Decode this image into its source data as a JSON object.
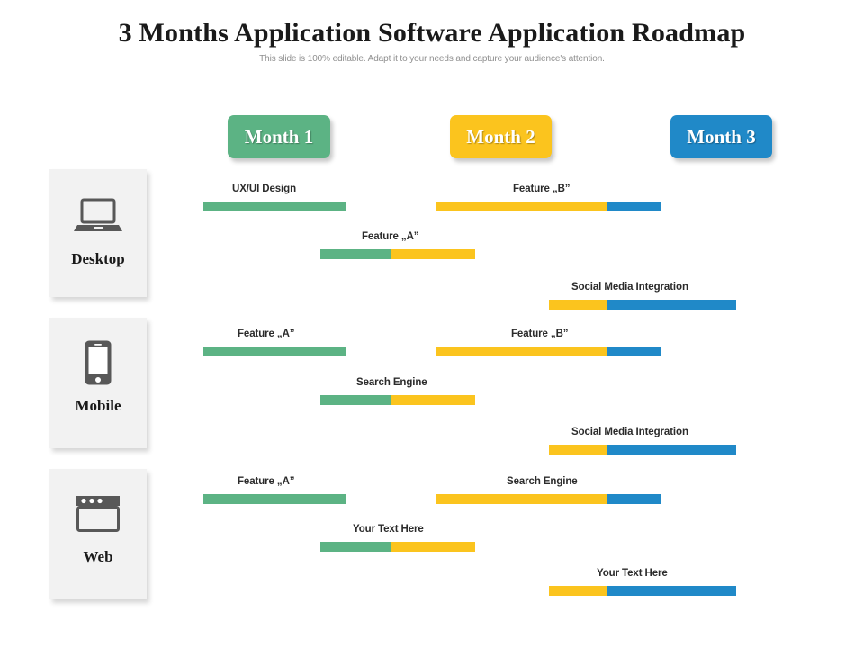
{
  "header": {
    "title": "3 Months Application Software Application Roadmap",
    "subtitle": "This slide is 100% editable. Adapt it to your needs and capture your audience's attention."
  },
  "colors": {
    "month1": "#5CB384",
    "month2": "#FBC41E",
    "month3": "#2089C8",
    "card_bg": "#f2f2f2",
    "divider": "#b5b5b5",
    "text": "#2b2b2b"
  },
  "timeline": {
    "months": [
      {
        "label": "Month 1",
        "color": "#5CB384"
      },
      {
        "label": "Month 2",
        "color": "#FBC41E"
      },
      {
        "label": "Month 3",
        "color": "#2089C8"
      }
    ]
  },
  "categories": [
    {
      "label": "Desktop",
      "icon": "laptop-icon"
    },
    {
      "label": "Mobile",
      "icon": "smartphone-icon"
    },
    {
      "label": "Web",
      "icon": "browser-window-icon"
    }
  ],
  "tasks": {
    "desktop": [
      {
        "label": "UX/UI Design",
        "segments": [
          {
            "color": "#5CB384",
            "width": 158
          }
        ]
      },
      {
        "label": "Feature „A”",
        "segments": [
          {
            "color": "#5CB384",
            "width": 78
          },
          {
            "color": "#FBC41E",
            "width": 94
          }
        ]
      },
      {
        "label": "Feature „B”",
        "segments": [
          {
            "color": "#FBC41E",
            "width": 189
          },
          {
            "color": "#2089C8",
            "width": 60
          }
        ]
      },
      {
        "label": "Social Media Integration",
        "segments": [
          {
            "color": "#FBC41E",
            "width": 64
          },
          {
            "color": "#2089C8",
            "width": 144
          }
        ]
      }
    ],
    "mobile": [
      {
        "label": "Feature „A”",
        "segments": [
          {
            "color": "#5CB384",
            "width": 158
          }
        ]
      },
      {
        "label": "Search Engine",
        "segments": [
          {
            "color": "#5CB384",
            "width": 78
          },
          {
            "color": "#FBC41E",
            "width": 94
          }
        ]
      },
      {
        "label": "Feature „B”",
        "segments": [
          {
            "color": "#FBC41E",
            "width": 189
          },
          {
            "color": "#2089C8",
            "width": 60
          }
        ]
      },
      {
        "label": "Social Media Integration",
        "segments": [
          {
            "color": "#FBC41E",
            "width": 64
          },
          {
            "color": "#2089C8",
            "width": 144
          }
        ]
      }
    ],
    "web": [
      {
        "label": "Feature „A”",
        "segments": [
          {
            "color": "#5CB384",
            "width": 158
          }
        ]
      },
      {
        "label": "Your Text Here",
        "segments": [
          {
            "color": "#5CB384",
            "width": 78
          },
          {
            "color": "#FBC41E",
            "width": 94
          }
        ]
      },
      {
        "label": "Search Engine",
        "segments": [
          {
            "color": "#FBC41E",
            "width": 189
          },
          {
            "color": "#2089C8",
            "width": 60
          }
        ]
      },
      {
        "label": "Your Text Here",
        "segments": [
          {
            "color": "#FBC41E",
            "width": 64
          },
          {
            "color": "#2089C8",
            "width": 144
          }
        ]
      }
    ]
  }
}
